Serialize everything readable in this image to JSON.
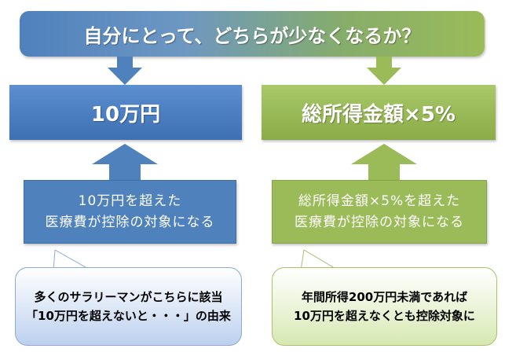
{
  "banner": {
    "text": "自分にとって、どちらが少なくなるか？"
  },
  "left": {
    "main_label": "10万円",
    "sub_line1": "10万円を超えた",
    "sub_line2": "医療費が控除の対象になる",
    "callout_line1": "多くのサラリーマンがこちらに該当",
    "callout_line2": "「10万円を超えないと・・・」の由来"
  },
  "right": {
    "main_label": "総所得金額×5%",
    "sub_line1": "総所得金額×5%を超えた",
    "sub_line2": "医療費が控除の対象になる",
    "callout_line1": "年間所得200万円未満であれば",
    "callout_line2": "10万円を超えなくとも控除対象に"
  },
  "colors": {
    "blue": "#4f81bd",
    "green": "#9bbb59"
  }
}
